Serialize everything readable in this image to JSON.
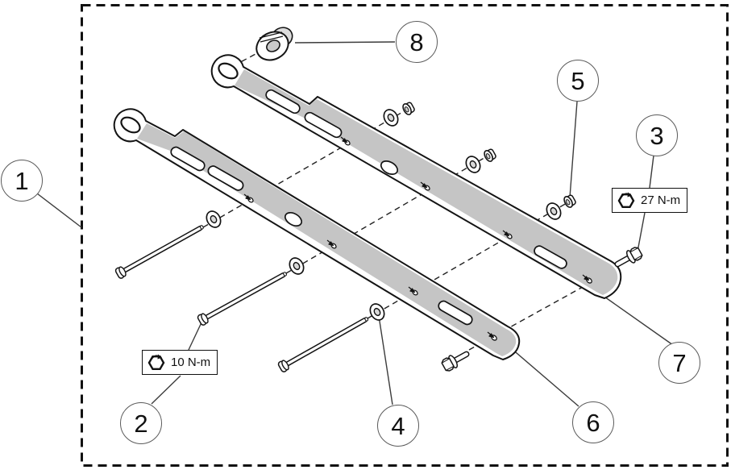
{
  "diagram": {
    "type": "exploded-assembly-parts-diagram",
    "callouts": [
      {
        "id": 1,
        "label": "1"
      },
      {
        "id": 2,
        "label": "2"
      },
      {
        "id": 3,
        "label": "3"
      },
      {
        "id": 4,
        "label": "4"
      },
      {
        "id": 5,
        "label": "5"
      },
      {
        "id": 6,
        "label": "6"
      },
      {
        "id": 7,
        "label": "7"
      },
      {
        "id": 8,
        "label": "8"
      }
    ],
    "torque_labels": [
      {
        "id": "upper-torque",
        "icon": "hex-torque-icon",
        "text": "27 N-m"
      },
      {
        "id": "lower-torque",
        "icon": "hex-torque-icon",
        "text": "10 N-m"
      }
    ],
    "colors": {
      "outline": "#141414",
      "bracket_fill": "#c5c5c5",
      "background": "#ffffff",
      "callout_border": "#5a5a5a"
    }
  }
}
